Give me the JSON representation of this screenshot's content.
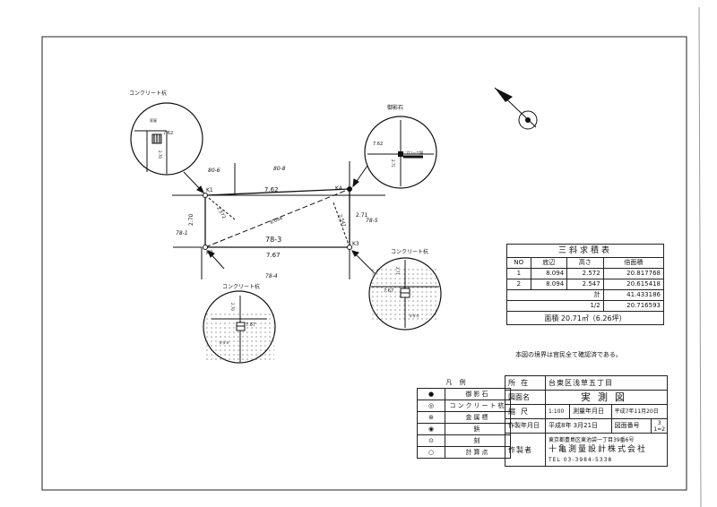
{
  "drawing": {
    "points": {
      "k1": "K1",
      "k2": "K2",
      "k3": "K3",
      "k4": "K4"
    },
    "lot_label": "78-3",
    "neighbors": {
      "top_left": "80-6",
      "top_center": "80-8",
      "left": "78-1",
      "right": "78-5",
      "bottom": "78-4"
    },
    "dimensions": {
      "top": "7.62",
      "bottom": "7.67",
      "left": "2.70",
      "right": "2.71",
      "diagonal": "8.094",
      "height_a": "2.572",
      "height_b": "2.547"
    },
    "note": "本図の境界は官民全て確認済である。"
  },
  "callouts": {
    "tl": {
      "title": "コンクリート杭",
      "measure": "7.62",
      "measure2": "2.70",
      "label": "家屋"
    },
    "tr": {
      "title": "御影石",
      "measure": "7.62",
      "measure2": "2.71",
      "label": "ブロック塀"
    },
    "bl": {
      "title": "コンクリート杭",
      "measure": "7.67",
      "measure2": "2.70",
      "label": "タタキ"
    },
    "br": {
      "title": "コンクリート杭",
      "measure": "7.67",
      "measure2": "2.71",
      "label": "タタキ"
    }
  },
  "area_table": {
    "title": "三斜求積表",
    "headers": [
      "NO",
      "底辺",
      "高さ",
      "倍面積"
    ],
    "rows": [
      [
        "1",
        "8.094",
        "2.572",
        "20.817768"
      ],
      [
        "2",
        "8.094",
        "2.547",
        "20.615418"
      ]
    ],
    "sum_label": "計",
    "sum_value": "41.433186",
    "half_label": "1/2",
    "half_value": "20.716593",
    "area_text": "面積 20.71㎡（6.26坪）"
  },
  "legend": {
    "title": "凡 例",
    "items": [
      {
        "symbol": "●",
        "label": "御影石"
      },
      {
        "symbol": "◎",
        "label": "コンクリート杭"
      },
      {
        "symbol": "⊛",
        "label": "金属標"
      },
      {
        "symbol": "◉",
        "label": "鋲"
      },
      {
        "symbol": "⊙",
        "label": "刻"
      },
      {
        "symbol": "○",
        "label": "計算点"
      }
    ]
  },
  "info": {
    "location_label": "所在",
    "location_value": "台東区浅草五丁目",
    "title_label": "図面名",
    "title_value": "実測図",
    "scale_label": "縮尺",
    "scale_value": "1:100",
    "survey_date_label": "測量年月日",
    "survey_date_value": "平成7年11月20日",
    "created_label": "作製年月日",
    "created_value": "平成8年 3月21日",
    "number_label": "図面番号",
    "number_value": "3",
    "number_sub": "1=2",
    "maker_label": "作製者",
    "maker_address": "東京都豊島区東池袋一丁目39番6号",
    "maker_name": "十亀測量設計株式会社",
    "maker_tel": "TEL 03-3984-5338"
  }
}
